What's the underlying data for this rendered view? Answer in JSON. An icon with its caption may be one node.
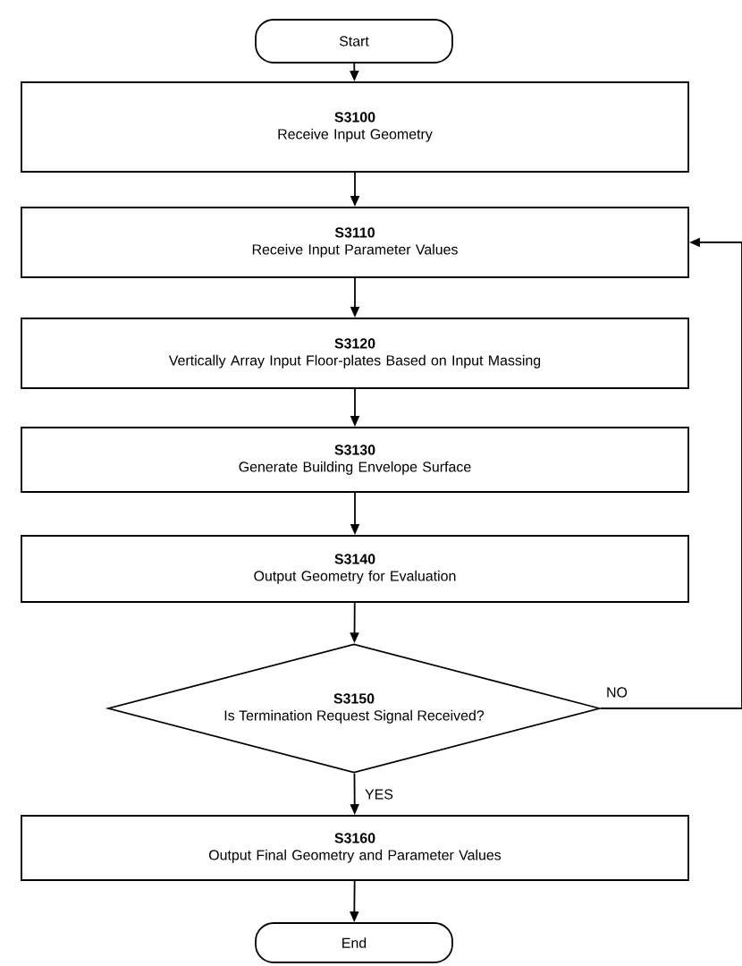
{
  "diagram": {
    "nodes": [
      {
        "text": [
          "Start"
        ]
      },
      {
        "text": [
          "S3100",
          "Receive Input Geometry"
        ]
      },
      {
        "text": [
          "S3110",
          "Receive Input Parameter Values"
        ]
      },
      {
        "text": [
          "S3120",
          "Vertically Array Input Floor-plates Based on Input Massing"
        ]
      },
      {
        "text": [
          "S3130",
          "Generate Building Envelope Surface"
        ]
      },
      {
        "text": [
          "S3140",
          "Output Geometry for Evaluation"
        ]
      },
      {
        "text": [
          "S3150",
          "Is Termination Request Signal Received?"
        ]
      },
      {
        "text": [
          "S3160",
          "Output Final Geometry and Parameter Values"
        ]
      },
      {
        "text": [
          "End"
        ]
      }
    ],
    "edges": [
      {
        "from": 0,
        "to": 1,
        "arrow": "to"
      },
      {
        "from": 1,
        "to": 2,
        "arrow": "to"
      },
      {
        "from": 2,
        "to": 3,
        "arrow": "to"
      },
      {
        "from": 3,
        "to": 4,
        "arrow": "to"
      },
      {
        "from": 4,
        "to": 5,
        "arrow": "to"
      },
      {
        "from": 5,
        "to": 6,
        "arrow": "to"
      },
      {
        "from": 6,
        "to": 7,
        "arrow": "to",
        "label": "YES"
      },
      {
        "from": 7,
        "to": 8,
        "arrow": "to"
      },
      {
        "from": 6,
        "to": 2,
        "arrow": "to",
        "label": "NO"
      }
    ]
  }
}
